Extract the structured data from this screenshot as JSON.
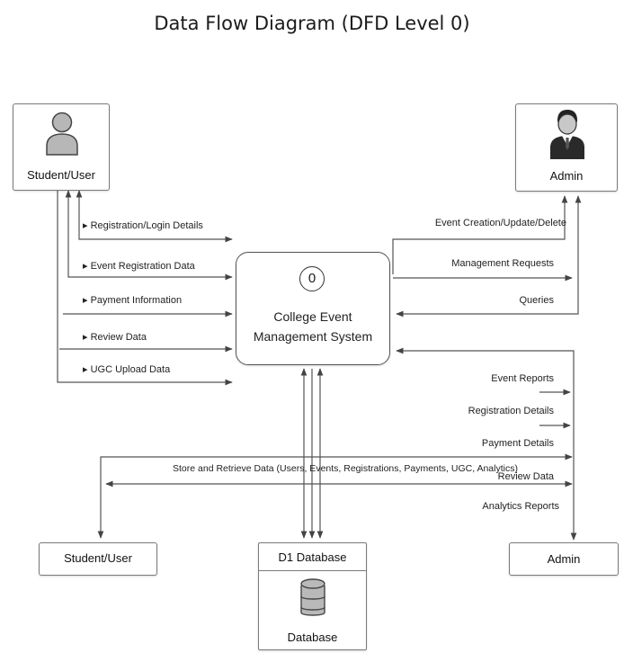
{
  "title": "Data Flow Diagram (DFD Level 0)",
  "entities": {
    "student_top": "Student/User",
    "admin_top": "Admin",
    "student_bottom": "Student/User",
    "admin_bottom": "Admin"
  },
  "process": {
    "number": "0",
    "name_line1": "College Event",
    "name_line2": "Management System"
  },
  "datastore": {
    "header": "D1 Database",
    "label": "Database"
  },
  "flows_student_to_system": [
    "Registration/Login Details",
    "Event Registration Data",
    "Payment Information",
    "Review Data",
    "UGC Upload Data"
  ],
  "flows_admin": {
    "event_crud": "Event Creation/Update/Delete",
    "management_requests": "Management Requests",
    "queries": "Queries"
  },
  "flows_reports": [
    "Event Reports",
    "Registration Details",
    "Payment Details",
    "Review Data",
    "Analytics Reports"
  ],
  "flow_store": "Store and Retrieve Data (Users, Events, Registrations, Payments, UGC, Analytics)",
  "icons": [
    "user-icon",
    "admin-icon",
    "database-icon"
  ]
}
